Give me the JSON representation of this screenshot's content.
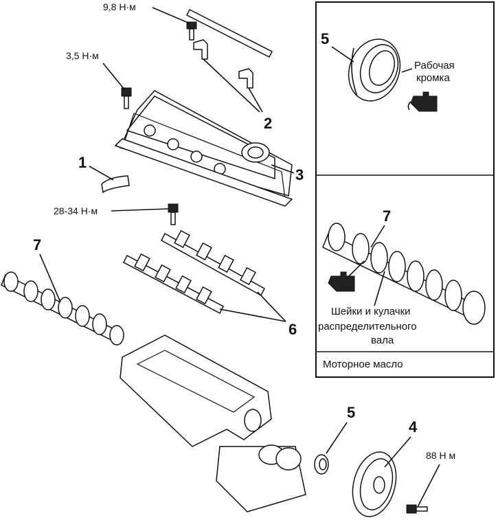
{
  "torque_labels": {
    "t1": "9,8 Н·м",
    "t2": "3,5 Н·м",
    "t3": "28-34 Н·м",
    "t4": "88 Н м"
  },
  "callouts": {
    "c1": "1",
    "c2": "2",
    "c3": "3",
    "c4": "4",
    "c5_main": "5",
    "c5_inset": "5",
    "c6": "6",
    "c7_main": "7",
    "c7_inset": "7"
  },
  "inset": {
    "seal_note_line1": "Рабочая",
    "seal_note_line2": "кромка",
    "cam_note_line1": "Шейки и кулачки",
    "cam_note_line2": "распределительного",
    "cam_note_line3": "вала",
    "legend": "Моторное масло"
  },
  "icons": {
    "oil_can": "oil-can-icon"
  }
}
